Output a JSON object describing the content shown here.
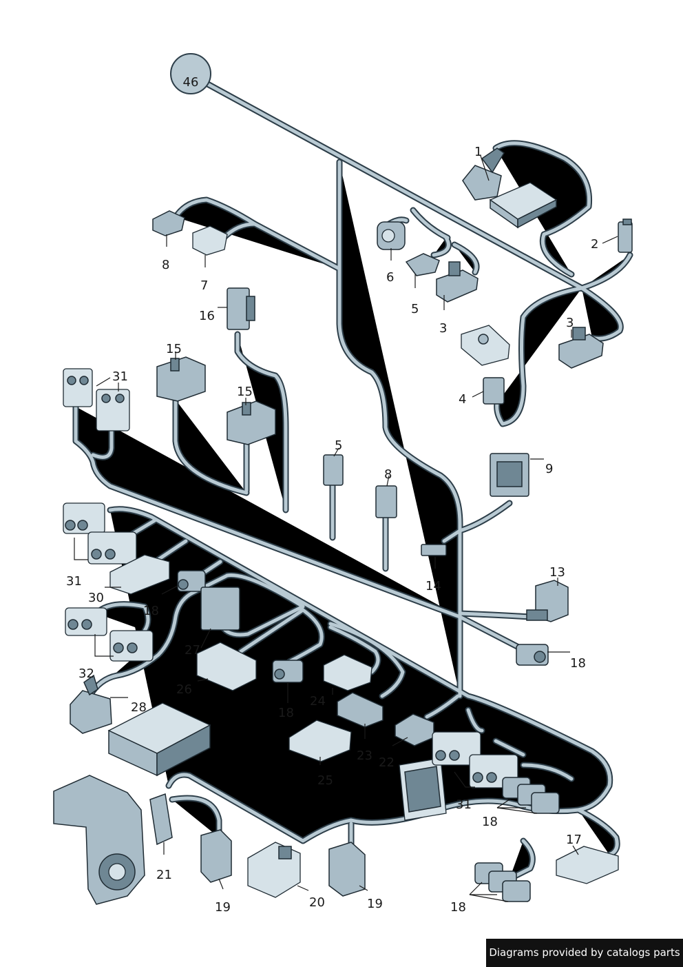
{
  "diagram": {
    "main_ref": "46",
    "callouts": [
      "1",
      "2",
      "3",
      "3",
      "4",
      "5",
      "5",
      "6",
      "7",
      "8",
      "8",
      "9",
      "13",
      "14",
      "15",
      "15",
      "16",
      "17",
      "18",
      "18",
      "18",
      "18",
      "18",
      "19",
      "19",
      "20",
      "21",
      "22",
      "23",
      "24",
      "25",
      "26",
      "27",
      "28",
      "30",
      "31",
      "31",
      "31",
      "32"
    ]
  },
  "colors": {
    "harness_outline": "#2d3e49",
    "harness_fill": "#b9cad3",
    "part_fill": "#a9bcc7",
    "part_dark": "#6f8794"
  },
  "footer": {
    "credit": "Diagrams provided by catalogs parts"
  }
}
